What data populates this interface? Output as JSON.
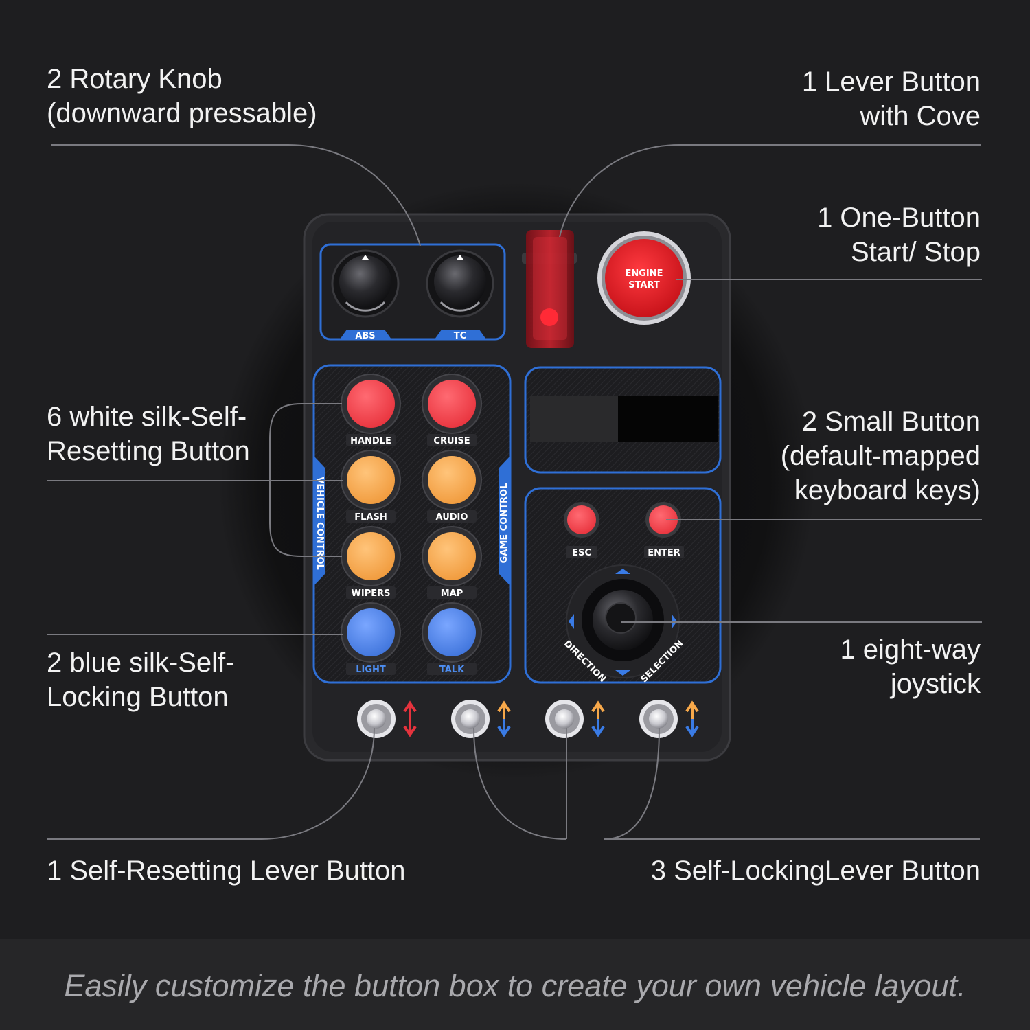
{
  "callouts": {
    "rotary_knob": "2 Rotary Knob\n(downward pressable)",
    "lever_cover": "1 Lever Button\nwith Cove",
    "start_stop": "1 One-Button\nStart/ Stop",
    "white_buttons": "6 white silk-Self-\nResetting Button",
    "small_buttons": "2 Small Button\n(default-mapped\nkeyboard keys)",
    "blue_buttons": "2 blue silk-Self-\nLocking Button",
    "joystick": "1 eight-way\njoystick",
    "reset_lever": "1 Self-Resetting Lever Button",
    "locking_levers": "3 Self-LockingLever Button"
  },
  "tagline": "Easily customize the button box to create your own vehicle layout.",
  "device": {
    "knobs": [
      "ABS",
      "TC"
    ],
    "engine_button": [
      "ENGINE",
      "START"
    ],
    "vehicle_control_label": "VEHICLE CONTROL",
    "game_control_label": "GAME CONTROL",
    "buttons": [
      {
        "label": "HANDLE",
        "color": "red"
      },
      {
        "label": "CRUISE",
        "color": "red"
      },
      {
        "label": "FLASH",
        "color": "orange"
      },
      {
        "label": "AUDIO",
        "color": "orange"
      },
      {
        "label": "WIPERS",
        "color": "orange"
      },
      {
        "label": "MAP",
        "color": "orange"
      },
      {
        "label": "LIGHT",
        "color": "blue"
      },
      {
        "label": "TALK",
        "color": "blue"
      }
    ],
    "small_buttons": [
      "ESC",
      "ENTER"
    ],
    "joystick_labels": [
      "DIRECTION",
      "SELECTION"
    ],
    "toggle_count": 4
  },
  "colors": {
    "accent_blue": "#2f6fd6",
    "red": "#f2444f",
    "orange": "#f7a84a",
    "blue": "#4f86ea",
    "start_red": "#e31d25"
  }
}
